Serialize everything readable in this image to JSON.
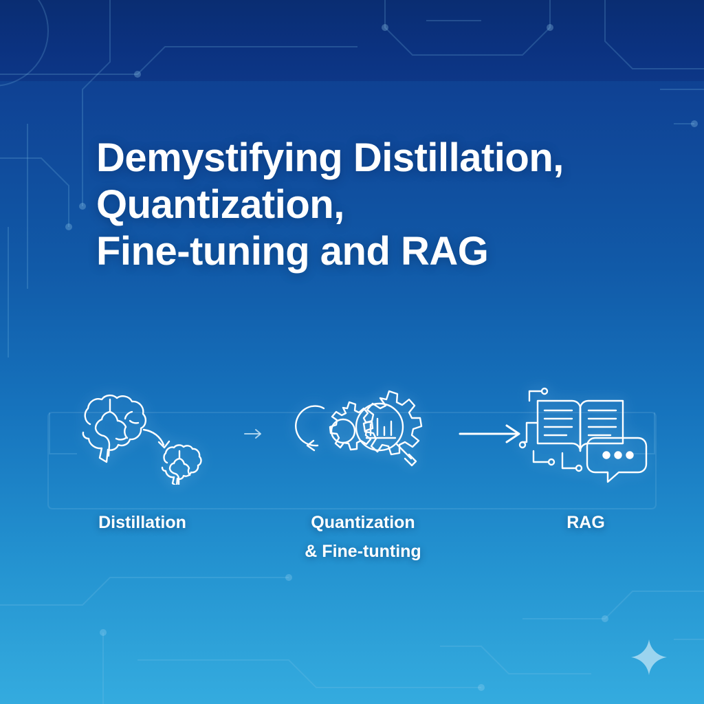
{
  "poster": {
    "title": "Demystifying Distillation, Quantization,\nFine-tuning and RAG",
    "background": {
      "top_color": "#0a2d72",
      "mid_color": "#1673bd",
      "bottom_color": "#34abdf"
    },
    "text_color": "#ffffff"
  },
  "flow": {
    "nodes": [
      {
        "id": "distillation",
        "label": "Distillation",
        "sub_label": "",
        "icon": "brain-to-small-brain-icon"
      },
      {
        "id": "quantization",
        "label": "Quantization",
        "sub_label": "& Fine-tunting",
        "icon": "gear-magnifier-chart-icon"
      },
      {
        "id": "rag",
        "label": "RAG",
        "sub_label": "",
        "icon": "book-chat-bubble-icon"
      }
    ],
    "connectors": [
      {
        "id": "connector-1",
        "icon": "small-arrow-right-icon"
      },
      {
        "id": "connector-2",
        "icon": "arrow-right-icon"
      }
    ]
  },
  "decor": {
    "sparkle_icon": "four-point-sparkle-icon"
  }
}
